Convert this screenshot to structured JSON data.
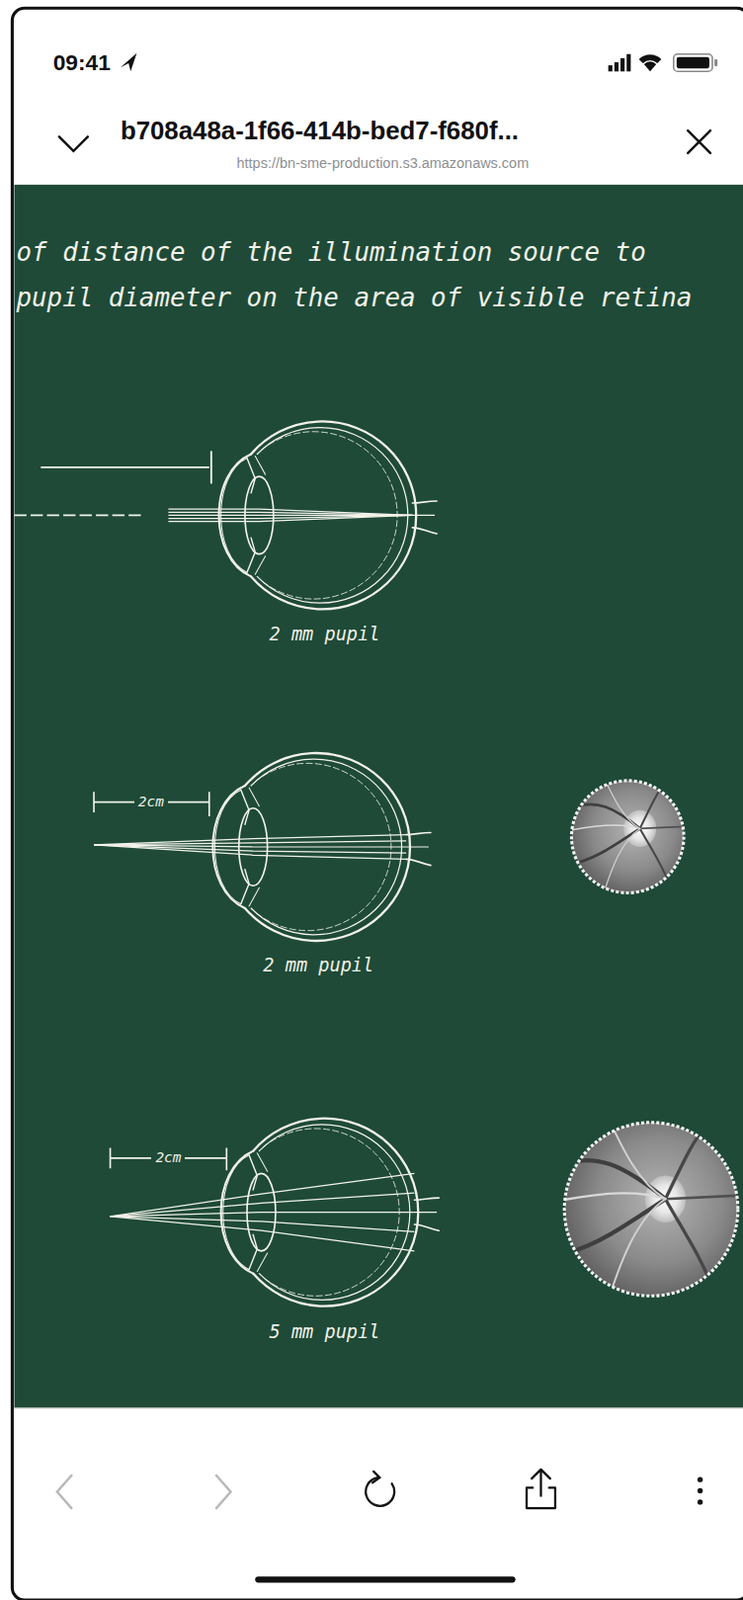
{
  "diagram": {
    "title": "of distance of the illumination source to pupil diameter on the area of visible retina",
    "labels": [
      "09:41",
      "b708a48a-1f66-414b-bed7-f680f...",
      "https://bn-sme-production.s3.amazonaws.com",
      "2 mm pupil",
      "2cm",
      "2 mm pupil",
      "2cm",
      "5 mm pupil"
    ]
  }
}
